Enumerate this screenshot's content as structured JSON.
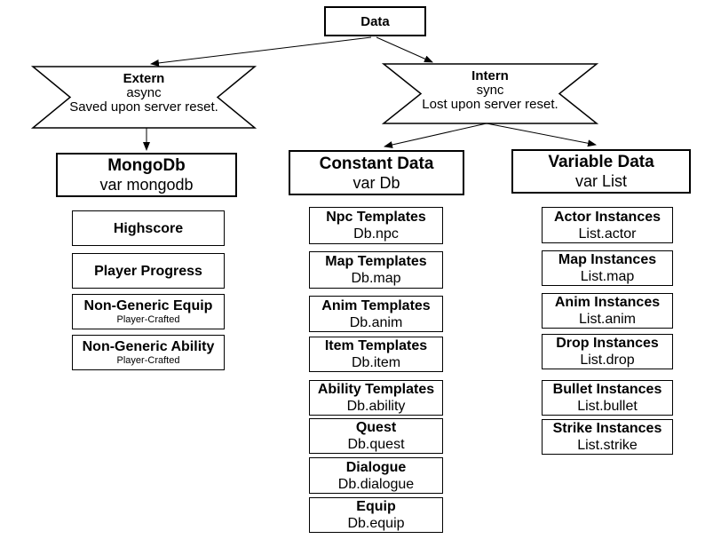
{
  "colors": {
    "background": "#ffffff",
    "line": "#000000",
    "border": "#000000",
    "text": "#000000"
  },
  "root": {
    "label": "Data"
  },
  "banners": [
    {
      "title": "Extern",
      "mode": "async",
      "note": "Saved upon server reset."
    },
    {
      "title": "Intern",
      "mode": "sync",
      "note": "Lost upon server reset."
    }
  ],
  "groups": [
    {
      "title": "MongoDb",
      "variable": "var mongodb",
      "children": [
        {
          "title": "Highscore",
          "subtitle": ""
        },
        {
          "title": "Player Progress",
          "subtitle": ""
        },
        {
          "title": "Non-Generic Equip",
          "subtitle": "Player-Crafted"
        },
        {
          "title": "Non-Generic Ability",
          "subtitle": "Player-Crafted"
        }
      ]
    },
    {
      "title": "Constant Data",
      "variable": "var Db",
      "children": [
        {
          "title": "Npc Templates",
          "subtitle": "Db.npc"
        },
        {
          "title": "Map Templates",
          "subtitle": "Db.map"
        },
        {
          "title": "Anim Templates",
          "subtitle": "Db.anim"
        },
        {
          "title": "Item Templates",
          "subtitle": "Db.item"
        },
        {
          "title": "Ability Templates",
          "subtitle": "Db.ability"
        },
        {
          "title": "Quest",
          "subtitle": "Db.quest"
        },
        {
          "title": "Dialogue",
          "subtitle": "Db.dialogue"
        },
        {
          "title": "Equip",
          "subtitle": "Db.equip"
        }
      ]
    },
    {
      "title": "Variable Data",
      "variable": "var List",
      "children": [
        {
          "title": "Actor Instances",
          "subtitle": "List.actor"
        },
        {
          "title": "Map Instances",
          "subtitle": "List.map"
        },
        {
          "title": "Anim Instances",
          "subtitle": "List.anim"
        },
        {
          "title": "Drop Instances",
          "subtitle": "List.drop"
        },
        {
          "title": "Bullet Instances",
          "subtitle": "List.bullet"
        },
        {
          "title": "Strike Instances",
          "subtitle": "List.strike"
        }
      ]
    }
  ]
}
